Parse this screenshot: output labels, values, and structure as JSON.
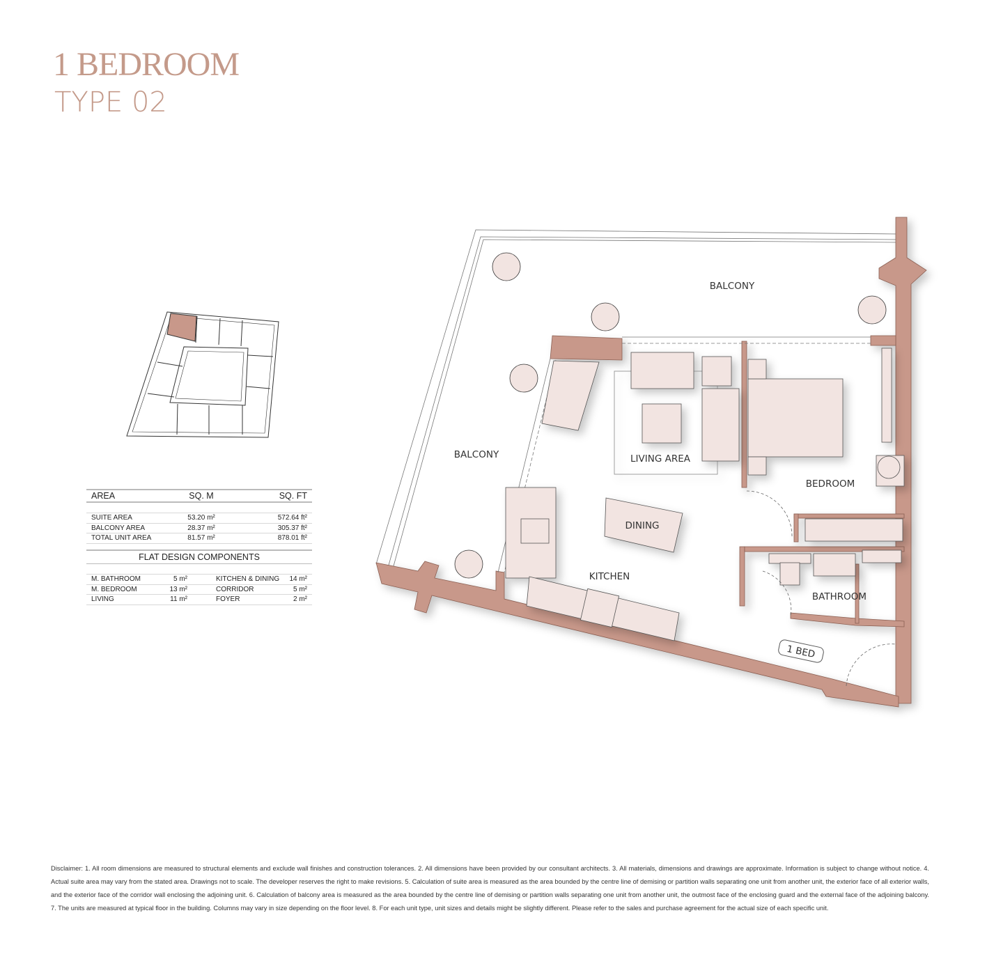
{
  "title": {
    "line1": "1 BEDROOM",
    "line2": "TYPE 02"
  },
  "colors": {
    "accent": "#c49a8a",
    "wall": "#c8988a",
    "furniture": "#f2e4e1"
  },
  "area_table": {
    "headers": [
      "AREA",
      "SQ. M",
      "SQ. FT"
    ],
    "rows": [
      {
        "name": "SUITE AREA",
        "sqm": "53.20 m²",
        "sqft": "572.64 ft²"
      },
      {
        "name": "BALCONY AREA",
        "sqm": "28.37 m²",
        "sqft": "305.37 ft²"
      },
      {
        "name": "TOTAL UNIT AREA",
        "sqm": "81.57 m²",
        "sqft": "878.01 ft²"
      }
    ]
  },
  "components": {
    "title": "FLAT DESIGN COMPONENTS",
    "rows": [
      {
        "a": "M. BATHROOM",
        "av": "5 m²",
        "b": "KITCHEN & DINING",
        "bv": "14 m²"
      },
      {
        "a": "M. BEDROOM",
        "av": "13 m²",
        "b": "CORRIDOR",
        "bv": "5 m²"
      },
      {
        "a": "LIVING",
        "av": "11 m²",
        "b": "FOYER",
        "bv": "2 m²"
      }
    ]
  },
  "plan_labels": {
    "balcony_top": "BALCONY",
    "balcony_left": "BALCONY",
    "living": "LIVING AREA",
    "dining": "DINING",
    "kitchen": "KITCHEN",
    "bedroom": "BEDROOM",
    "bathroom": "BATHROOM",
    "unit_tag": "1 BED"
  },
  "disclaimer": "Disclaimer: 1. All room dimensions are measured to structural elements and exclude wall finishes and construction tolerances. 2. All dimensions have been provided by our consultant architects. 3. All materials, dimensions and drawings are approximate. Information is subject to change without notice. 4. Actual suite area may vary from the stated area. Drawings not to scale. The developer reserves the right to make revisions. 5. Calculation of suite area is measured as the area bounded by the centre line of demising or partition walls separating one unit from another unit, the exterior face of all exterior walls, and the exterior face of the corridor wall enclosing the adjoining unit. 6. Calculation of balcony area is measured as the area bounded by the centre line of demising or partition walls separating one unit from another unit, the outmost face of the enclosing guard and the external face of the adjoining balcony. 7. The units are measured at typical floor in the building. Columns may vary in size depending on the floor level. 8. For each unit type, unit sizes and details might be slightly different. Please refer to the sales and purchase agreement for the actual size of each specific unit."
}
